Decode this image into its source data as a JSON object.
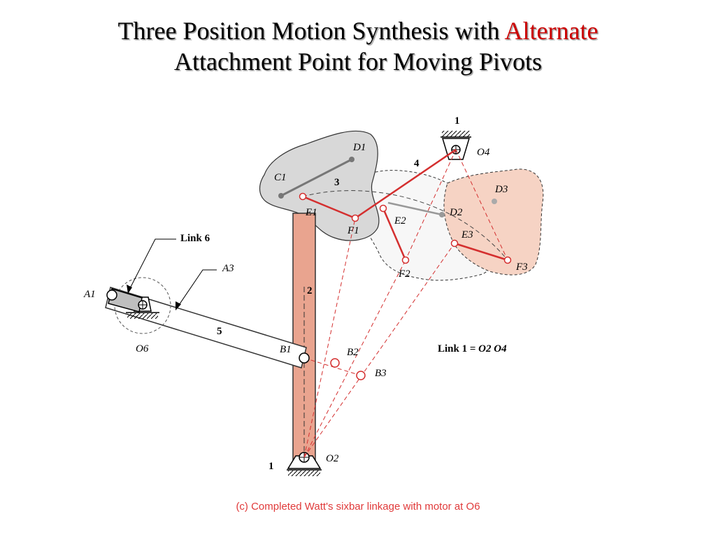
{
  "title": {
    "line1_prefix": "Three Position Motion Synthesis with ",
    "line1_highlight": "Alternate",
    "line2": "Attachment Point for Moving Pivots"
  },
  "caption": "(c) Completed Watt's sixbar linkage with motor at O6",
  "labels": {
    "ground": "1",
    "link2": "2",
    "link3": "3",
    "link4": "4",
    "link5": "5",
    "link6_callout": "Link 6",
    "link1_def_prefix": "Link 1 = ",
    "link1_def_expr": "O2 O4"
  },
  "points": {
    "A1": "A1",
    "A3": "A3",
    "O6": "O6",
    "O2": "O2",
    "O4": "O4",
    "B1": "B1",
    "B2": "B2",
    "B3": "B3",
    "C1": "C1",
    "D1": "D1",
    "D2": "D2",
    "D3": "D3",
    "E1": "E1",
    "E2": "E2",
    "E3": "E3",
    "F1": "F1",
    "F2": "F2",
    "F3": "F3"
  },
  "colors": {
    "accent": "#cc0000",
    "link_red": "#d42f2f",
    "link2_fill": "#e9a48f",
    "coupler1_fill": "#d8d8d8",
    "coupler3_fill": "#f6d3c4"
  }
}
